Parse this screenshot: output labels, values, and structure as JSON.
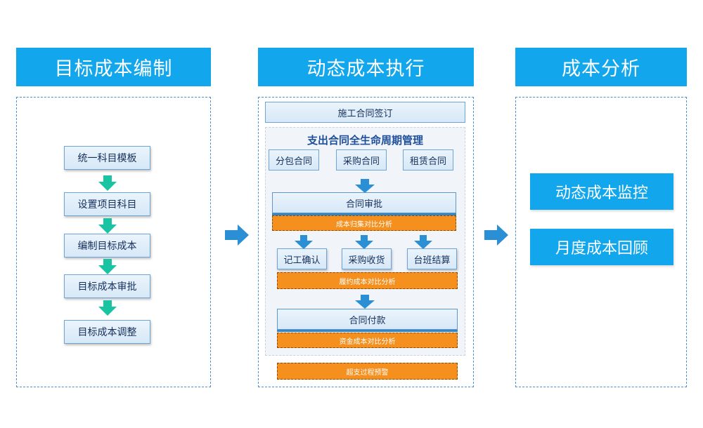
{
  "columns": [
    {
      "header": "目标成本编制",
      "steps": [
        "统一科目模板",
        "设置项目科目",
        "编制目标成本",
        "目标成本审批",
        "目标成本调整"
      ]
    },
    {
      "header": "动态成本执行",
      "top_box": "施工合同签订",
      "panel_title": "支出合同全生命周期管理",
      "contracts": [
        "分包合同",
        "采购合同",
        "租赁合同"
      ],
      "approval": "合同审批",
      "approval_analysis": "成本归集对比分析",
      "settlements": [
        "记工确认",
        "采购收货",
        "台班结算"
      ],
      "settlement_analysis": "履约成本对比分析",
      "payment": "合同付款",
      "payment_analysis": "资金成本对比分析",
      "warning": "超支过程预警"
    },
    {
      "header": "成本分析",
      "items": [
        "动态成本监控",
        "月度成本回顾"
      ]
    }
  ],
  "colors": {
    "header_blue": "#12a6ec",
    "green_arrow": "#19c4a3",
    "blue_arrow": "#2b8fd6",
    "orange": "#f5901e"
  }
}
